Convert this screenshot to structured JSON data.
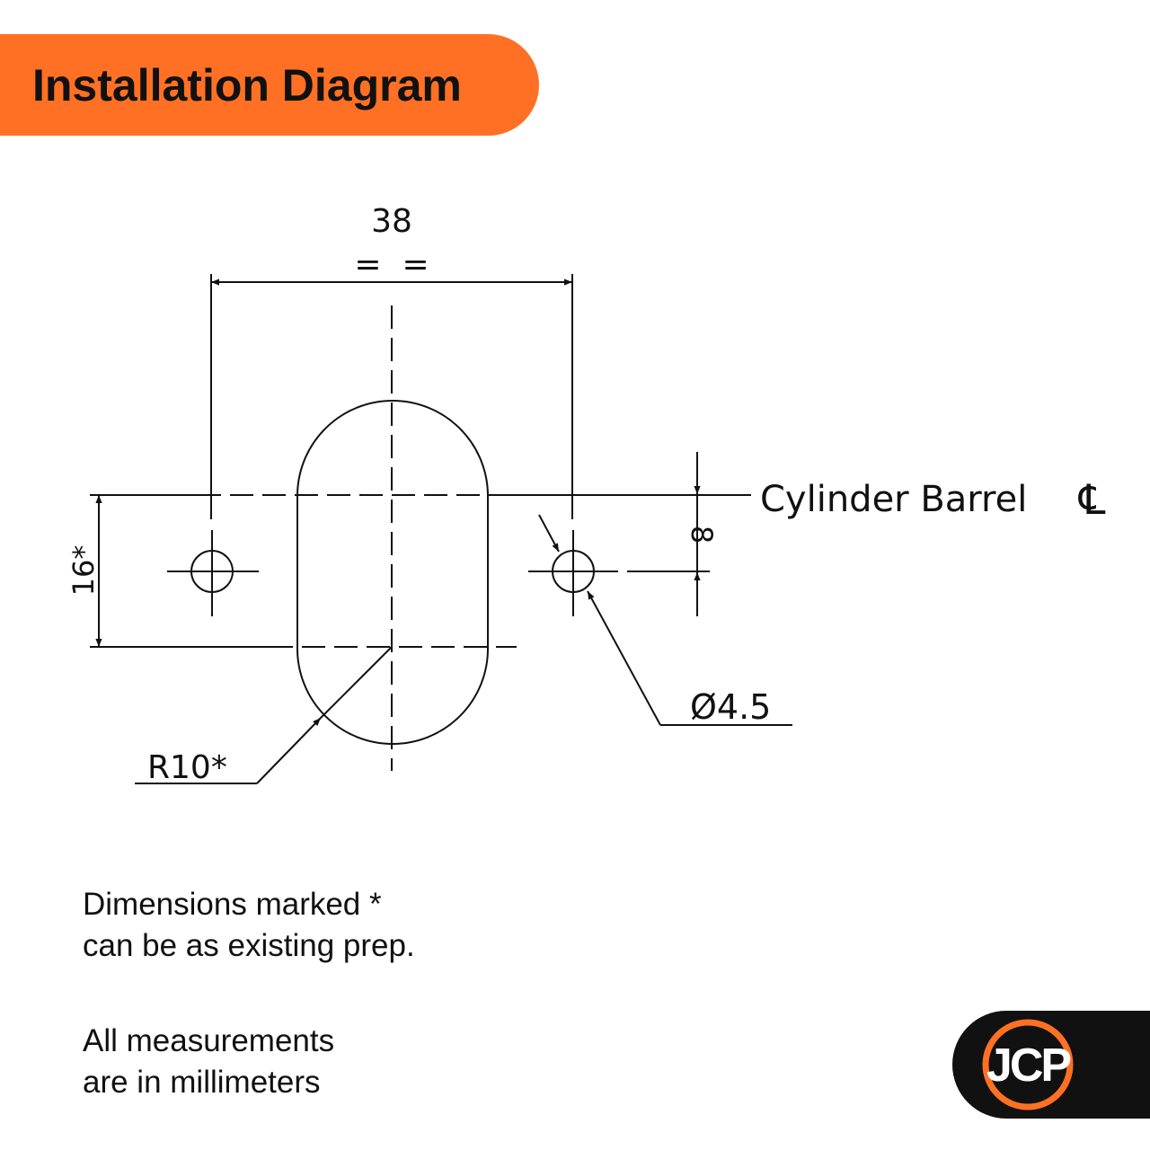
{
  "header": {
    "title": "Installation Diagram"
  },
  "diagram": {
    "width_dim": "38",
    "equal_marks": "=  =",
    "offset_dim": "8",
    "height_dim": "16*",
    "hole_dim": "Ø4.5",
    "radius_dim": "R10*",
    "centerline_label": "Cylinder Barrel",
    "centerline_symbol": "℄"
  },
  "notes": {
    "note1_line1": "Dimensions marked *",
    "note1_line2": "can be as existing prep.",
    "note2_line1": "All measurements",
    "note2_line2": "are in millimeters"
  },
  "logo": {
    "text": "JCP",
    "ring_color": "#ff7024"
  },
  "colors": {
    "accent": "#ff7024",
    "ink": "#111111"
  }
}
